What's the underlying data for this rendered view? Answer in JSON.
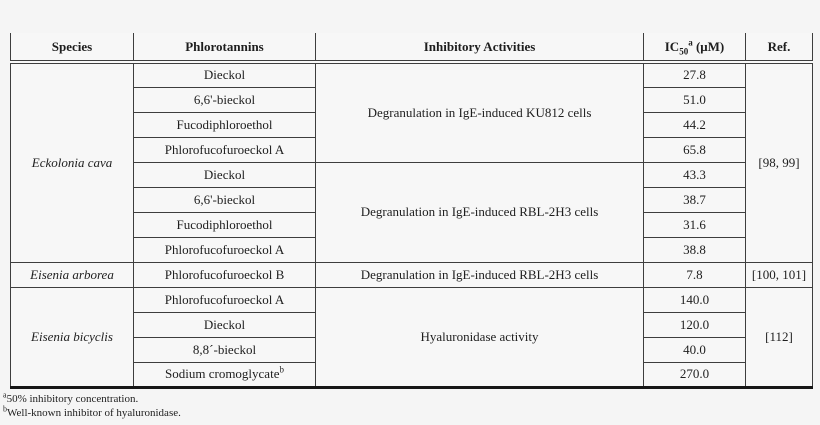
{
  "table": {
    "headers": {
      "species": "Species",
      "phlorotannins": "Phlorotannins",
      "activities": "Inhibitory Activities",
      "ic50": {
        "base": "IC",
        "sub": "50",
        "sup": "a",
        "rest": " (μM)"
      },
      "ref": "Ref."
    },
    "groups": [
      {
        "species": "Eckolonia cava",
        "ref": "[98, 99]",
        "subgroups": [
          {
            "activity": "Degranulation in IgE-induced KU812 cells",
            "rows": [
              {
                "phlorotannin": "Dieckol",
                "ic50": "27.8"
              },
              {
                "phlorotannin": "6,6'-bieckol",
                "ic50": "51.0"
              },
              {
                "phlorotannin": "Fucodiphloroethol",
                "ic50": "44.2"
              },
              {
                "phlorotannin": "Phlorofucofuroeckol A",
                "ic50": "65.8"
              }
            ]
          },
          {
            "activity": "Degranulation in IgE-induced RBL-2H3 cells",
            "rows": [
              {
                "phlorotannin": "Dieckol",
                "ic50": "43.3"
              },
              {
                "phlorotannin": "6,6'-bieckol",
                "ic50": "38.7"
              },
              {
                "phlorotannin": "Fucodiphloroethol",
                "ic50": "31.6"
              },
              {
                "phlorotannin": "Phlorofucofuroeckol A",
                "ic50": "38.8"
              }
            ]
          }
        ]
      },
      {
        "species": "Eisenia arborea",
        "ref": "[100, 101]",
        "subgroups": [
          {
            "activity": "Degranulation in IgE-induced RBL-2H3 cells",
            "rows": [
              {
                "phlorotannin": "Phlorofucofuroeckol B",
                "ic50": "7.8"
              }
            ]
          }
        ]
      },
      {
        "species": "Eisenia bicyclis",
        "ref": "[112]",
        "subgroups": [
          {
            "activity": "Hyaluronidase activity",
            "rows": [
              {
                "phlorotannin": "Phlorofucofuroeckol A",
                "ic50": "140.0"
              },
              {
                "phlorotannin": "Dieckol",
                "ic50": "120.0"
              },
              {
                "phlorotannin": "8,8´-bieckol",
                "ic50": "40.0"
              },
              {
                "phlorotannin": "Sodium cromoglycate",
                "phlorotannin_sup": "b",
                "ic50": "270.0"
              }
            ]
          }
        ]
      }
    ]
  },
  "footnotes": [
    {
      "sup": "a",
      "text": "50% inhibitory concentration."
    },
    {
      "sup": "b",
      "text": "Well-known inhibitor of hyaluronidase."
    }
  ]
}
